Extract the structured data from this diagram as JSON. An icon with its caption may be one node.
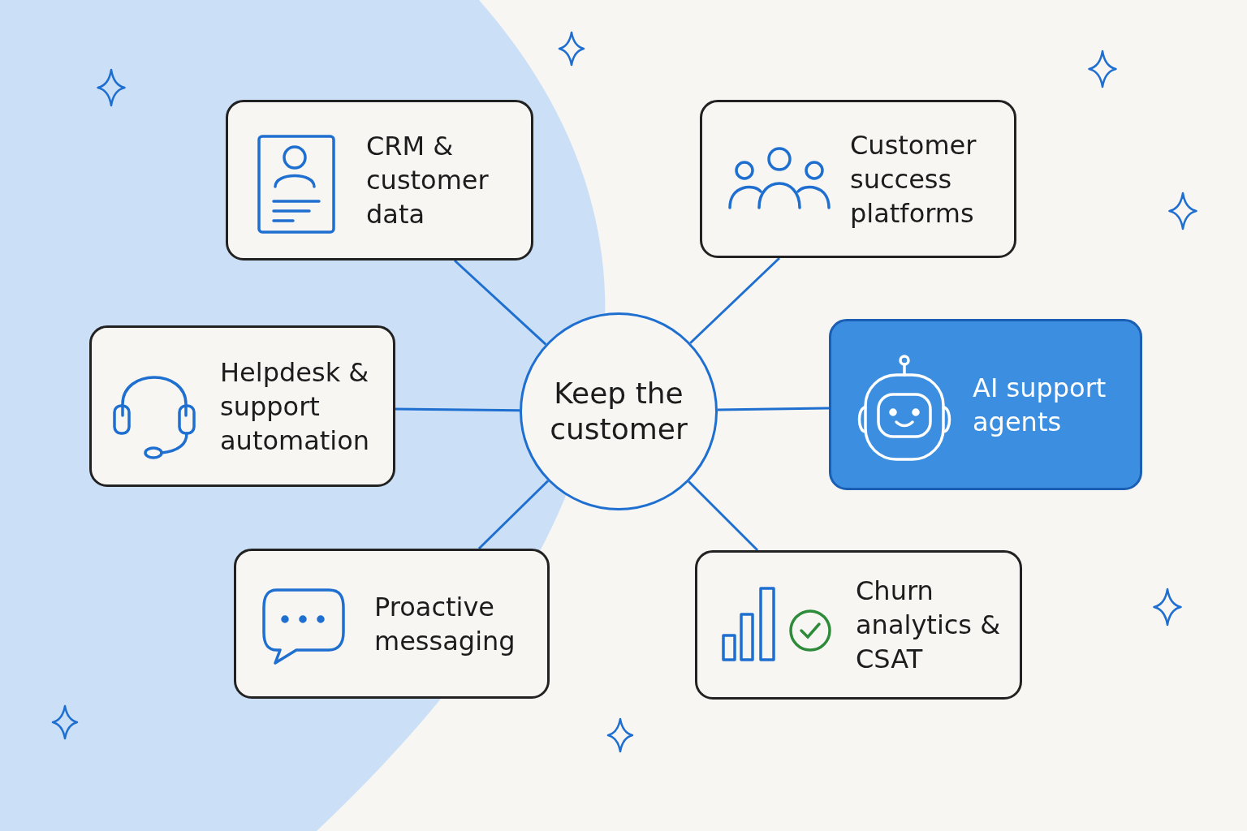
{
  "diagram": {
    "nodes": [
      {
        "text": [
          "CRM & customer data"
        ]
      },
      {
        "text": [
          "Customer success platforms"
        ]
      },
      {
        "text": [
          "Helpdesk & support automation"
        ]
      },
      {
        "text": [
          "Keep the customer"
        ]
      },
      {
        "text": [
          "AI support agents"
        ]
      },
      {
        "text": [
          "Proactive messaging"
        ]
      },
      {
        "text": [
          "Churn analytics & CSAT"
        ]
      }
    ],
    "edges": [
      {
        "from": 3,
        "to": 0,
        "arrow": "none"
      },
      {
        "from": 3,
        "to": 1,
        "arrow": "none"
      },
      {
        "from": 3,
        "to": 2,
        "arrow": "none"
      },
      {
        "from": 3,
        "to": 4,
        "arrow": "none"
      },
      {
        "from": 3,
        "to": 5,
        "arrow": "none"
      },
      {
        "from": 3,
        "to": 6,
        "arrow": "none"
      }
    ]
  }
}
